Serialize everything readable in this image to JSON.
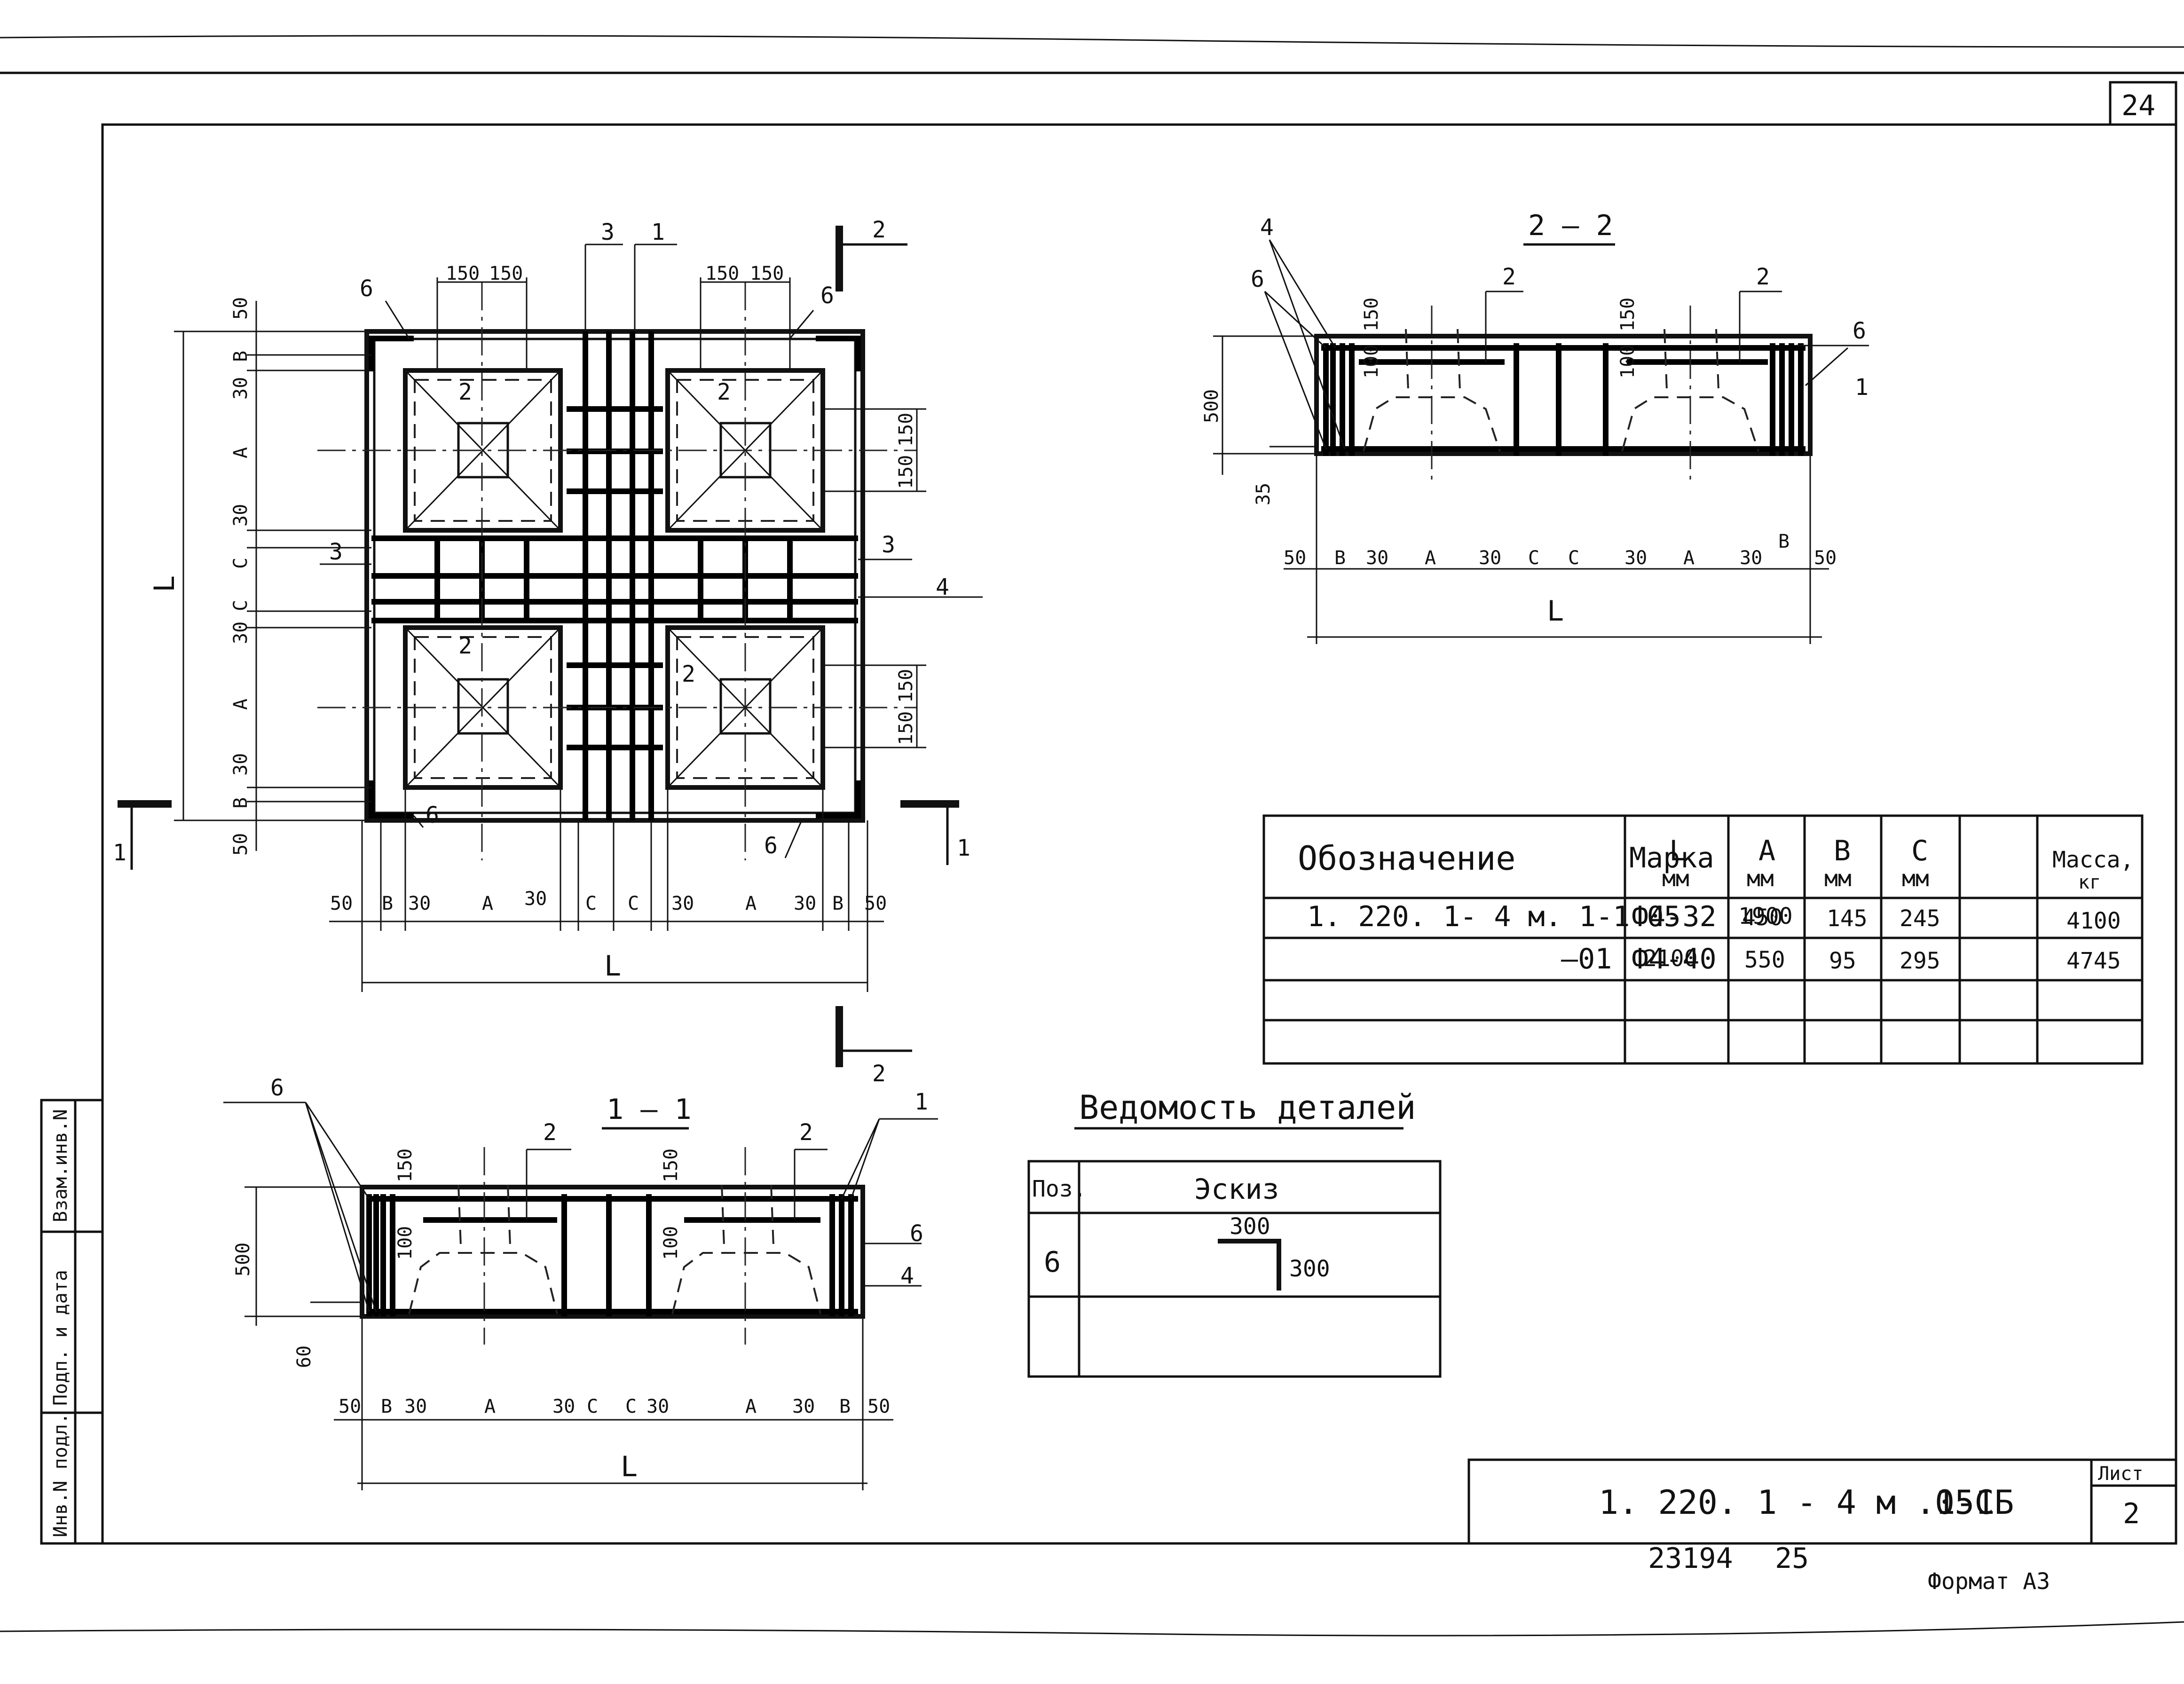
{
  "sheet": {
    "corner_number": "24",
    "sheet_label": "Лист",
    "sheet_number": "2",
    "doc_code": "1. 220. 1 - 4 м .1-1",
    "doc_suffix": "05СБ",
    "archive_number": "23194",
    "archive_page": "25",
    "format": "Формат А3"
  },
  "side_stamp": {
    "cell1": "Взам.инв.N",
    "cell2": "Подп. и дата",
    "cell3": "Инв.N подл."
  },
  "plan_view": {
    "dim_150": "150",
    "dim_30": "30",
    "dim_50": "50",
    "dim_A": "A",
    "dim_B": "B",
    "dim_C": "C",
    "dim_L": "L",
    "pos_1": "1",
    "pos_2": "2",
    "pos_3": "3",
    "pos_4": "4",
    "pos_6": "6",
    "cut_1": "1",
    "cut_2": "2"
  },
  "section_1_1": {
    "title": "1 — 1",
    "dim_500": "500",
    "dim_60": "60",
    "dim_150": "150",
    "dim_100": "100",
    "dim_30": "30",
    "dim_50": "50",
    "dim_A": "A",
    "dim_B": "B",
    "dim_C": "C",
    "dim_L": "L",
    "pos_1": "1",
    "pos_2": "2",
    "pos_4": "4",
    "pos_6": "6"
  },
  "section_2_2": {
    "title": "2 — 2",
    "dim_500": "500",
    "dim_35": "35",
    "dim_150": "150",
    "dim_100": "100",
    "dim_30": "30",
    "dim_50": "50",
    "dim_A": "A",
    "dim_B": "B",
    "dim_C": "C",
    "dim_L": "L",
    "pos_1": "1",
    "pos_2": "2",
    "pos_4": "4",
    "pos_6": "6"
  },
  "spec_table": {
    "headers": {
      "designation": "Обозначение",
      "mark": "Марка",
      "L": "L",
      "A": "А",
      "B": "В",
      "C": "С",
      "mass": "Масса,",
      "unit_mm": "мм",
      "unit_kg": "кг"
    },
    "rows": [
      {
        "designation": "1. 220. 1- 4 м. 1-1 05",
        "mark": "Ф4-32",
        "L": "1900",
        "A": "450",
        "B": "145",
        "C": "245",
        "mass": "4100"
      },
      {
        "designation": "—01",
        "mark": "Ф4-40",
        "L": "2100",
        "A": "550",
        "B": "95",
        "C": "295",
        "mass": "4745"
      }
    ]
  },
  "details_table": {
    "title": "Ведомость деталей",
    "col_pos": "Поз.",
    "col_sketch": "Эскиз",
    "rows": [
      {
        "pos": "6",
        "dim_h": "300",
        "dim_v": "300"
      }
    ]
  }
}
